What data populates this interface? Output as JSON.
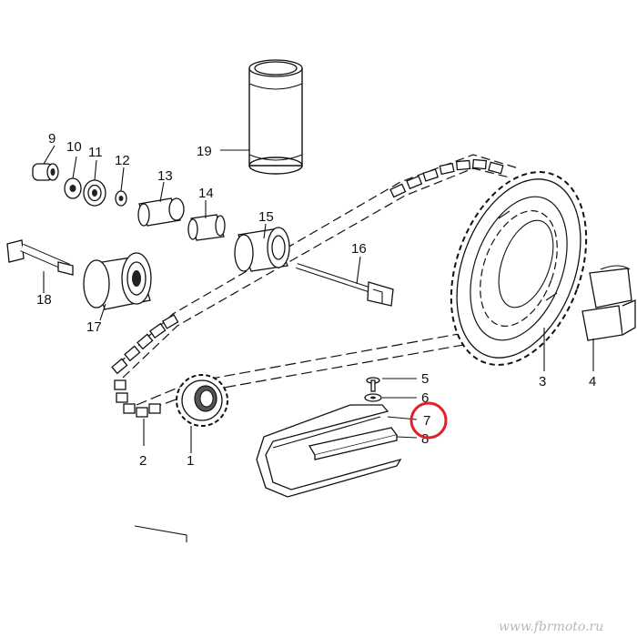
{
  "callouts": {
    "c1": "1",
    "c2": "2",
    "c3": "3",
    "c4": "4",
    "c5": "5",
    "c6": "6",
    "c7": "7",
    "c8": "8",
    "c9": "9",
    "c10": "10",
    "c11": "11",
    "c12": "12",
    "c13": "13",
    "c14": "14",
    "c15": "15",
    "c16": "16",
    "c17": "17",
    "c18": "18",
    "c19": "19"
  },
  "highlight": {
    "callout": "7",
    "color": "#e0202a"
  },
  "watermark": "www.fbrmoto.ru",
  "parts": [
    "front-sprocket",
    "chain",
    "rear-sprocket",
    "rubber-damper",
    "screw",
    "washer",
    "chain-guide-rail",
    "guide-pad",
    "bushing",
    "washer",
    "bearing-ring",
    "washer",
    "spacer",
    "sleeve",
    "bearing",
    "bolt",
    "roller",
    "bolt",
    "cylinder-sleeve"
  ]
}
